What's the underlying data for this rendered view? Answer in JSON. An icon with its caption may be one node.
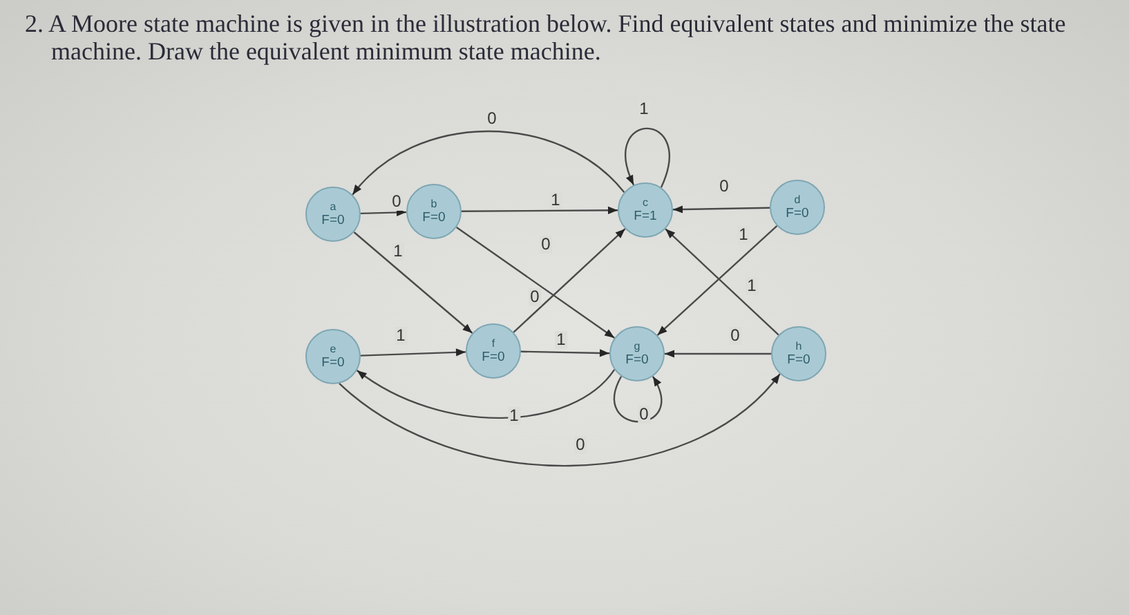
{
  "diagram": {
    "title": "2. A Moore state machine is given in the illustration below. Find equivalent states and minimize the state machine. Draw the equivalent minimum state machine.",
    "nodes": [
      {
        "text": [
          "a",
          "F=0"
        ]
      },
      {
        "text": [
          "b",
          "F=0"
        ]
      },
      {
        "text": [
          "c",
          "F=1"
        ]
      },
      {
        "text": [
          "d",
          "F=0"
        ]
      },
      {
        "text": [
          "e",
          "F=0"
        ]
      },
      {
        "text": [
          "f",
          "F=0"
        ]
      },
      {
        "text": [
          "g",
          "F=0"
        ]
      },
      {
        "text": [
          "h",
          "F=0"
        ]
      }
    ],
    "edges": [
      {
        "from": 2,
        "to": 0,
        "arrow": "to",
        "label": "0"
      },
      {
        "from": 2,
        "to": 2,
        "arrow": "to",
        "label": "1"
      },
      {
        "from": 0,
        "to": 1,
        "arrow": "to",
        "label": "0"
      },
      {
        "from": 1,
        "to": 2,
        "arrow": "to",
        "label": "1"
      },
      {
        "from": 3,
        "to": 2,
        "arrow": "to",
        "label": "0"
      },
      {
        "from": 0,
        "to": 5,
        "arrow": "to",
        "label": "1"
      },
      {
        "from": 1,
        "to": 6,
        "arrow": "to",
        "label": "0"
      },
      {
        "from": 5,
        "to": 2,
        "arrow": "to",
        "label": "0"
      },
      {
        "from": 3,
        "to": 6,
        "arrow": "to",
        "label": "1"
      },
      {
        "from": 7,
        "to": 2,
        "arrow": "to",
        "label": "1"
      },
      {
        "from": 4,
        "to": 5,
        "arrow": "to",
        "label": "1"
      },
      {
        "from": 5,
        "to": 6,
        "arrow": "to",
        "label": "1"
      },
      {
        "from": 7,
        "to": 6,
        "arrow": "to",
        "label": "0"
      },
      {
        "from": 6,
        "to": 6,
        "arrow": "to",
        "label": "0"
      },
      {
        "from": 6,
        "to": 4,
        "arrow": "to",
        "label": "1"
      },
      {
        "from": 4,
        "to": 7,
        "arrow": "to",
        "label": "0"
      }
    ]
  }
}
